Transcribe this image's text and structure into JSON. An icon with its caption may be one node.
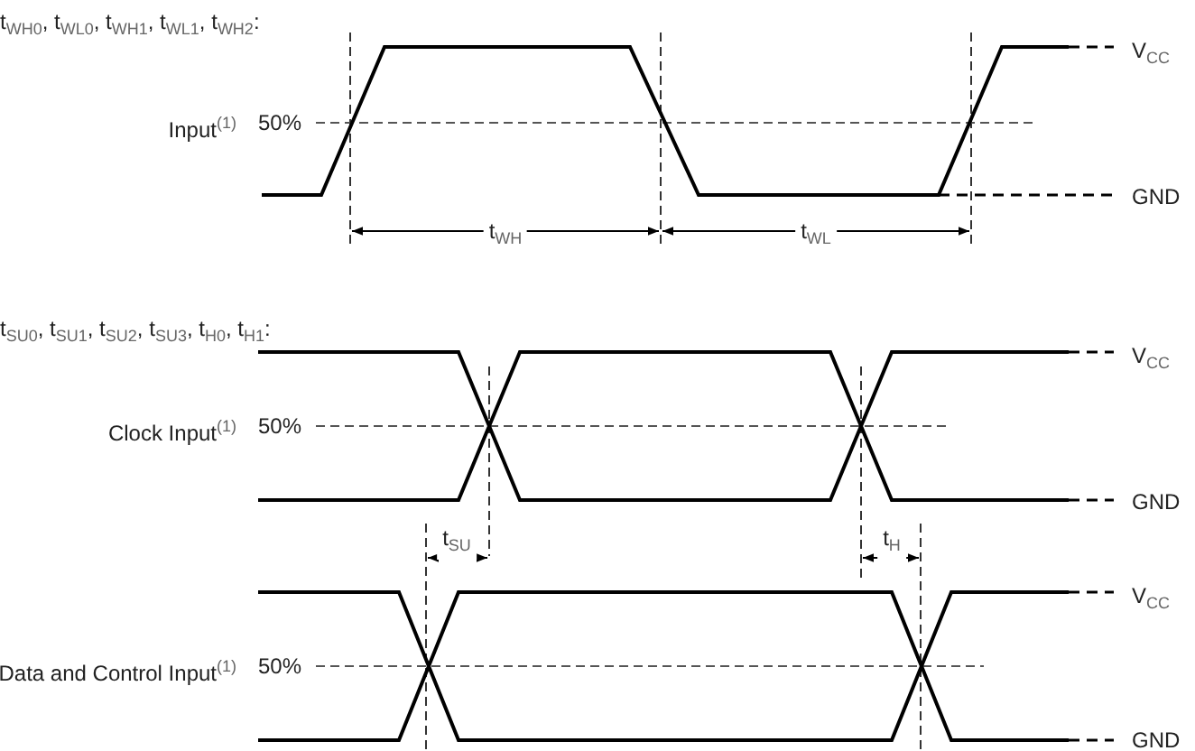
{
  "diagram": {
    "labels": [
      "t$_{WH0}$, t$_{WL0}$, t$_{WH1}$, t$_{WL1}$, t$_{WH2}$:",
      "V$_{CC}$",
      "Input$^{(1)}$",
      "50%",
      "GND",
      "t$_{WH}$",
      "t$_{WL}$",
      "t$_{SU0}$, t$_{SU1}$, t$_{SU2}$, t$_{SU3}$, t$_{H0}$, t$_{H1}$:",
      "V$_{CC}$",
      "Clock Input$^{(1)}$",
      "50%",
      "GND",
      "t$_{SU}$",
      "t$_{H}$",
      "V$_{CC}$",
      "Data and Control Input$^{(1)}$",
      "50%",
      "GND"
    ]
  }
}
